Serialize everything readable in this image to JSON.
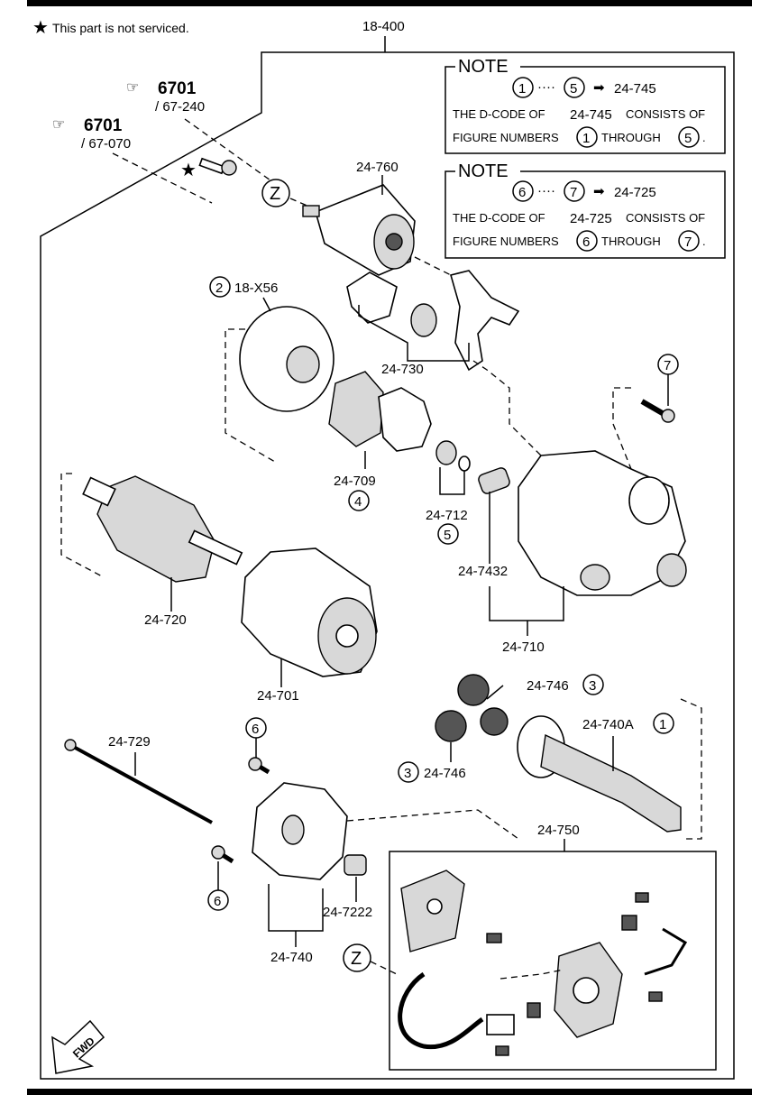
{
  "legend": {
    "star_text": "This part is not serviced."
  },
  "assembly_label": "18-400",
  "refs": [
    {
      "code": "6701",
      "sub": "/ 67-240"
    },
    {
      "code": "6701",
      "sub": "/ 67-070"
    }
  ],
  "notes": [
    {
      "title": "NOTE",
      "range_from": "1",
      "range_to": "5",
      "arrow_target": "24-745",
      "line1_a": "THE D-CODE OF",
      "line1_code": "24-745",
      "line1_b": "CONSISTS OF",
      "line2_a": "FIGURE NUMBERS",
      "line2_from": "1",
      "line2_mid": "THROUGH",
      "line2_to": "5",
      "line2_end": "."
    },
    {
      "title": "NOTE",
      "range_from": "6",
      "range_to": "7",
      "arrow_target": "24-725",
      "line1_a": "THE D-CODE OF",
      "line1_code": "24-725",
      "line1_b": "CONSISTS OF",
      "line2_a": "FIGURE NUMBERS",
      "line2_from": "6",
      "line2_mid": "THROUGH",
      "line2_to": "7",
      "line2_end": "."
    }
  ],
  "parts": {
    "solenoid": "24-760",
    "rear_cover": "18-X56",
    "rear_cover_fig": "2",
    "lever_kit": "24-730",
    "pinion": "24-709",
    "pinion_fig": "4",
    "retainer": "24-712",
    "retainer_fig": "5",
    "bushing": "24-7432",
    "front_housing": "24-710",
    "bolt7_fig": "7",
    "armature": "24-720",
    "yoke": "24-701",
    "planet_gear_a": "24-746",
    "planet_gear_a_fig": "3",
    "planet_gear_b": "24-746",
    "planet_gear_b_fig": "3",
    "shaft": "24-740A",
    "shaft_fig": "1",
    "through_bolt": "24-729",
    "screw_top_fig": "6",
    "screw_bottom_fig": "6",
    "end_cover": "24-740",
    "end_bushing": "24-7222",
    "brush_holder": "24-750",
    "z_marker_top": "Z",
    "z_marker_bottom": "Z",
    "fwd": "FWD"
  }
}
